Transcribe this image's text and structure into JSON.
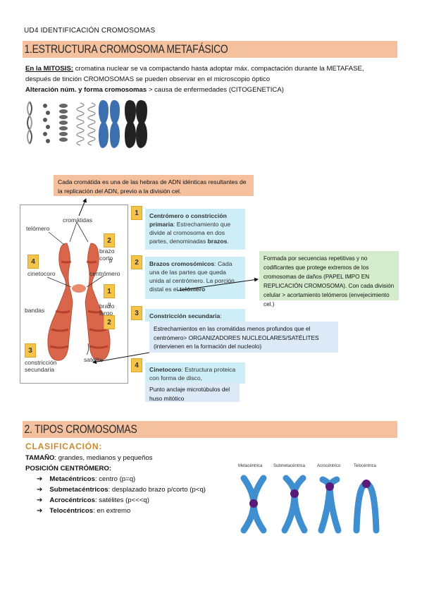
{
  "header": "UD4 IDENTIFICACIÓN CROMOSOMAS",
  "section1": {
    "title": "1.ESTRUCTURA CROMOSOMA METAFÁSICO",
    "p1_label": "En la MITOSIS:",
    "p1_text": " cromatina nuclear se va compactando hasta adoptar máx. compactación durante la METAFASE,",
    "p2_text": "después de tinción CROMOSOMAS se pueden observar en el microscopio óptico",
    "p3_label": "Alteración núm. y forma cromosomas",
    "p3_text": " > causa de enfermedades (CITOGENETICA)"
  },
  "diagram": {
    "note_chromatid": "Cada cromátida es una de las hebras de ADN idénticas resultantes de la replicación del ADN, previo a la división cel.",
    "labels": {
      "cromatidas": "cromátidas",
      "telomero": "telómero",
      "cinetocoro": "cinetocoro",
      "centromero": "centrómero",
      "bandas": "bandas",
      "brazo_corto": "brazo corto",
      "brazo_largo": "brazo largo",
      "p": "p",
      "q": "q",
      "constriccion_secundaria": "constricción secundaria",
      "satelite": "satélite"
    },
    "tags": [
      "1",
      "2",
      "3",
      "4"
    ],
    "item1_title": "Centrómero o constricción primaria",
    "item1_text": ": Estrechamiento que divide al cromosoma en dos partes, denominadas ",
    "item1_end": "brazos",
    "item2_title": "Brazos cromosómicos",
    "item2_text": ": Cada una de las partes que queda unida al centrómero. La porción distal es el ",
    "item2_end": "telómero",
    "item3_title": "Constricción secundaria",
    "item3_text": ":",
    "item4_title": "Cinetocoro",
    "item4_text": ": Estructura proteica con forma de disco,",
    "note_telomero": "Formada por secuencias repetitivas y no codificantes que protege extremos de los cromosomas de daños (PAPEL IMPO EN REPLICACIÓN CROMOSOMA). Con cada división celular > acortamiento telómeros (envejecimiento cel.)",
    "note_constriccion": "Estrechamientos en las cromátidas menos profundos que el centrómero> ORGANIZADORES NUCLEOLARES/SATÉLITES (intervienen en la formación del nucleolo)",
    "note_cinetocoro": "Punto anclaje microtúbulos del huso mitótico"
  },
  "section2": {
    "title": "2. TIPOS CROMOSOMAS",
    "clasificacion": "CLASIFICACIÓN:",
    "tamano_label": "TAMAÑO",
    "tamano_text": ": grandes, medianos y pequeños",
    "posicion_label": "POSICIÓN CENTRÓMERO:",
    "items": [
      {
        "label": "Metacéntricos",
        "text": ": centro (p=q)"
      },
      {
        "label": "Submetacéntricos",
        "text": ": desplazado brazo p/corto (p<q)"
      },
      {
        "label": "Acrocéntricos",
        "text": ": satélites (p<<<q)"
      },
      {
        "label": "Telocéntricos",
        "text": ": en extremo"
      }
    ],
    "types": [
      "Metacéntrica",
      "Submetacéntrica",
      "Acrocéntrico",
      "Telocéntrica"
    ]
  },
  "colors": {
    "section_bar": "#f4c09e",
    "chromosome_blue": "#3f8fd0",
    "centromere_purple": "#5a1a7a",
    "chromosome_red": "#d9664a"
  }
}
